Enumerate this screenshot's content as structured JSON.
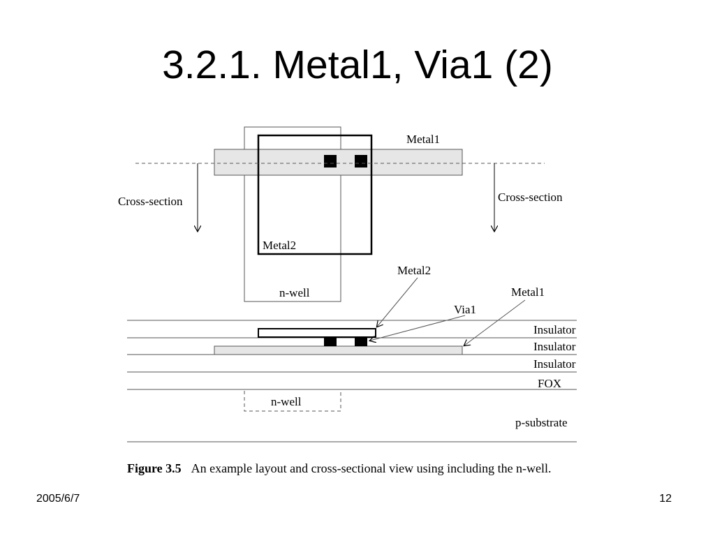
{
  "slide": {
    "title": "3.2.1. Metal1, Via1 (2)",
    "date": "2005/6/7",
    "page_number": "12"
  },
  "layout_view": {
    "metal1_label": "Metal1",
    "metal2_label": "Metal2",
    "nwell_label": "n-well",
    "cross_section_left": "Cross-section",
    "cross_section_right": "Cross-section"
  },
  "cross_section_view": {
    "metal2_label": "Metal2",
    "via1_label": "Via1",
    "metal1_label": "Metal1",
    "layers": [
      "Insulator",
      "Insulator",
      "Insulator",
      "FOX",
      "p-substrate"
    ],
    "nwell_label": "n-well"
  },
  "caption": {
    "figure_number": "Figure 3.5",
    "text": "An example layout and cross-sectional view using including the n-well."
  },
  "colors": {
    "metal1_fill": "#e6e6e6",
    "via_fill": "#000000",
    "line": "#555555"
  }
}
